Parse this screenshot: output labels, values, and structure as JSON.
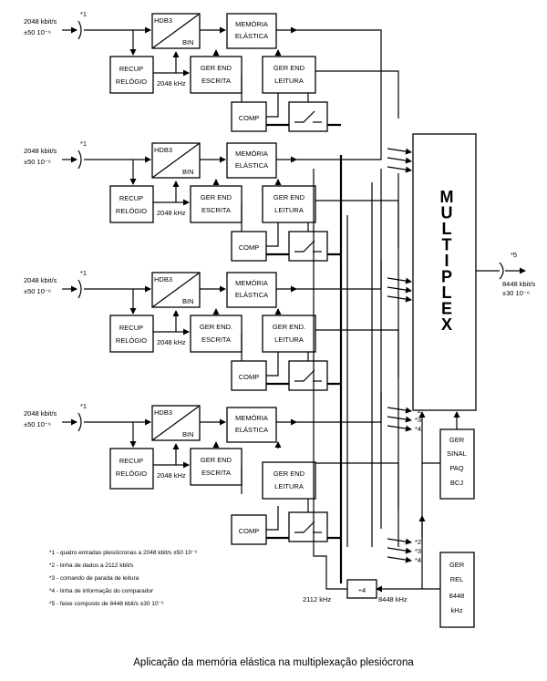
{
  "channel": {
    "rate": "2048 kbit/s",
    "tolerance": "±50 10⁻⁶",
    "note_in": "*1",
    "hdb3": "HDB3",
    "bin": "BIN",
    "mem_l1": "MEMÓRIA",
    "mem_l2": "ELÁSTICA",
    "recup_l1": "RECUP",
    "recup_l2": "RELÓGIO",
    "clk": "2048 kHz",
    "write_l1": "GER END",
    "write_l2": "ESCRITA",
    "write_l1_alt": "GER END.",
    "read_l1": "GER END",
    "read_l2": "LEITURA",
    "read_l1_alt": "GER END.",
    "comp": "COMP",
    "mux_inputs": [
      "*2",
      "*3",
      "*4"
    ]
  },
  "mux": {
    "letters": [
      "M",
      "U",
      "L",
      "T",
      "I",
      "P",
      "L",
      "E",
      "X"
    ]
  },
  "output": {
    "rate": "8448 kbit/s",
    "tolerance": "±30 10⁻⁶",
    "note": "*5"
  },
  "ger_sinal": [
    "GER",
    "SINAL",
    "PAQ",
    "BCJ"
  ],
  "ger_rel": [
    "GER",
    "REL",
    "8448",
    "kHz"
  ],
  "divider": {
    "label": "÷4",
    "in_clk": "8448 kHz",
    "out_clk": "2112 kHz"
  },
  "notes": [
    "*1 - quatro entradas plesiócronas a 2048 kbit/s  ±50 10⁻⁶",
    "*2 - linha de dados a 2112 kbit/s",
    "*3 - comando de parada de leitura",
    "*4 - linha de informação do comparador",
    "*5 - feixe composto de 8448 kbit/s  ±30 10⁻⁶"
  ],
  "caption": "Aplicação da memória elástica na multiplexação plesiócrona"
}
